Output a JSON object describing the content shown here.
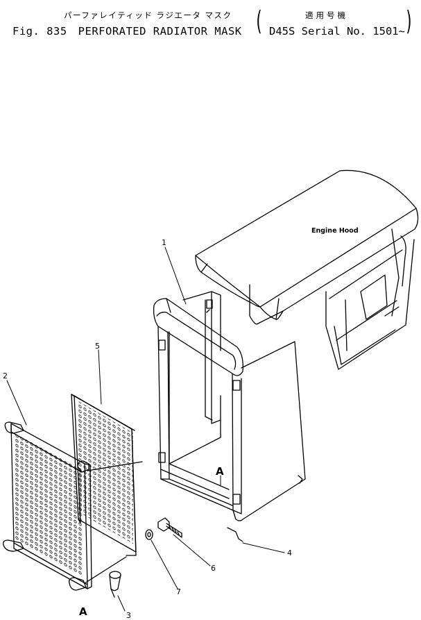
{
  "header": {
    "jp_title": "パーファレイティッド ラジエータ マスク",
    "fig_number": "Fig. 835",
    "title": "PERFORATED RADIATOR MASK",
    "jp_applicability": "適用号機",
    "serial": "D45S Serial No. 1501~"
  },
  "labels": {
    "engine_hood": "Engine Hood",
    "part_1": "1",
    "part_2": "2",
    "part_3": "3",
    "part_4": "4",
    "part_5": "5",
    "part_6": "6",
    "part_7": "7",
    "view_a_lower": "A",
    "view_a_upper": "A"
  }
}
